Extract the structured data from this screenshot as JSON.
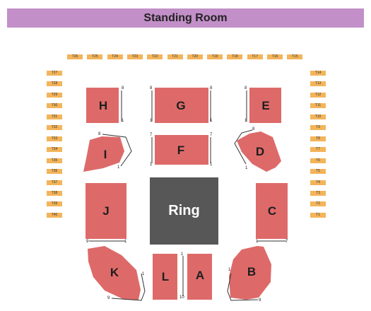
{
  "banner": {
    "label": "Standing Room"
  },
  "ring": {
    "label": "Ring"
  },
  "colors": {
    "section": "#dd6a69",
    "table": "#f3b45a",
    "ring": "#575757",
    "banner": "#c28fc8"
  },
  "tables": {
    "top": [
      "T26",
      "T25",
      "T24",
      "T23",
      "T22",
      "T21",
      "T20",
      "T19",
      "T18",
      "T17",
      "T16",
      "T15"
    ],
    "left": [
      "T27",
      "T28",
      "T29",
      "T30",
      "T31",
      "T32",
      "T33",
      "T34",
      "T35",
      "T36",
      "T37",
      "T38",
      "T39",
      "T40"
    ],
    "right": [
      "T14",
      "T13",
      "T12",
      "T11",
      "T10",
      "T9",
      "T8",
      "T7",
      "T6",
      "T5",
      "T4",
      "T3",
      "T2",
      "T1"
    ]
  },
  "sections": {
    "H": {
      "label": "H",
      "row_high": "8",
      "row_low": "1"
    },
    "G": {
      "label": "G",
      "row_high_left": "8",
      "row_high_right": "8",
      "row_low_left": "1",
      "row_low_right": "1"
    },
    "E": {
      "label": "E",
      "row_high": "8",
      "row_low": "1"
    },
    "I": {
      "label": "I",
      "row_high": "8",
      "row_low": "1"
    },
    "F": {
      "label": "F",
      "row_high_left": "7",
      "row_high_right": "7",
      "row_low_left": "1",
      "row_low_right": "1"
    },
    "D": {
      "label": "D",
      "row_high": "8",
      "row_low": "1"
    },
    "J": {
      "label": "J",
      "row_high": "9",
      "row_low": "1"
    },
    "C": {
      "label": "C",
      "row_high": "7",
      "row_low": "1"
    },
    "K": {
      "label": "K",
      "row_high": "9",
      "row_low": "1"
    },
    "L": {
      "label": "L"
    },
    "A": {
      "label": "A",
      "row_high": "10",
      "row_low": "1"
    },
    "B": {
      "label": "B",
      "row_high": "9",
      "row_low": "1"
    }
  }
}
